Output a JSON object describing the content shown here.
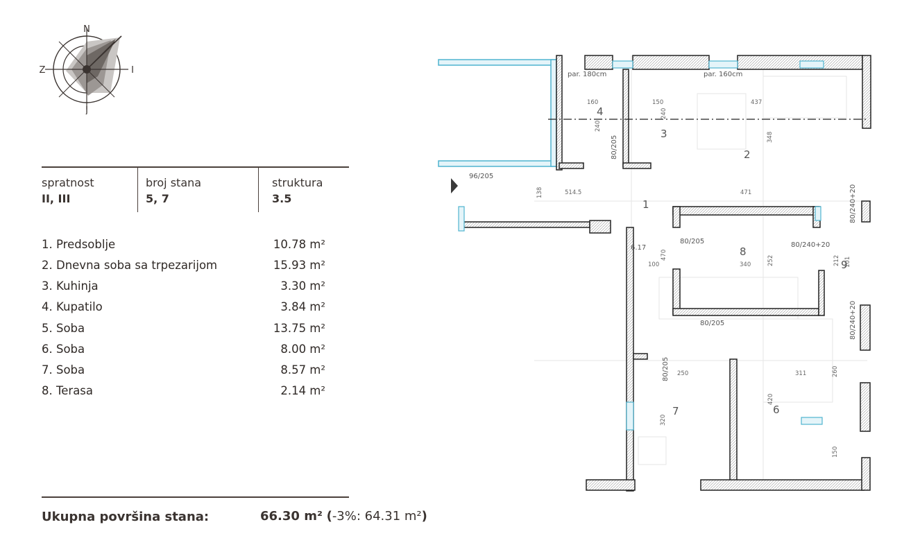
{
  "compass": {
    "north": "N",
    "south": "J",
    "east": "I",
    "west": "Z"
  },
  "info": {
    "floors_label": "spratnost",
    "floors_value": "II, III",
    "apartment_label": "broj stana",
    "apartment_value": "5, 7",
    "structure_label": "struktura",
    "structure_value": "3.5"
  },
  "rooms": [
    {
      "name": "1. Predsoblje",
      "area": "10.78 m²"
    },
    {
      "name": "2. Dnevna soba sa trpezarijom",
      "area": "15.93 m²"
    },
    {
      "name": "3. Kuhinja",
      "area": "3.30 m²"
    },
    {
      "name": "4. Kupatilo",
      "area": "3.84 m²"
    },
    {
      "name": "5. Soba",
      "area": "13.75 m²"
    },
    {
      "name": "6. Soba",
      "area": "8.00 m²"
    },
    {
      "name": "7. Soba",
      "area": "8.57 m²"
    },
    {
      "name": "8. Terasa",
      "area": "2.14 m²"
    }
  ],
  "total": {
    "label": "Ukupna površina stana:",
    "value": "66.30 m²",
    "paren_open": "(",
    "reduced": "-3%: 64.31 m²",
    "paren_close": ")"
  },
  "plan": {
    "room_numbers": [
      "1",
      "2",
      "3",
      "4",
      "6",
      "7",
      "8",
      "9"
    ],
    "labels": {
      "par180": "par. 180cm",
      "par160": "par. 160cm",
      "d96": "96/205",
      "d80_205_a": "80/205",
      "d80_205_b": "80/205",
      "d80_205_c": "80/205",
      "d80_205_d": "80/205",
      "d80_240_a": "80/240+20",
      "d80_240_b": "80/240+20",
      "d80_240_c": "80/240+20",
      "level": "6.17",
      "m160": "160",
      "m150": "150",
      "m437": "437",
      "m240a": "240",
      "m240b": "240",
      "m348": "348",
      "m514": "514.5",
      "m471": "471",
      "m138": "138",
      "m100": "100",
      "m470": "470",
      "m340": "340",
      "m252": "252",
      "m212": "212",
      "m101": "101",
      "m250": "250",
      "m311": "311",
      "m260": "260",
      "m420": "420",
      "m320": "320",
      "m150b": "150"
    }
  }
}
